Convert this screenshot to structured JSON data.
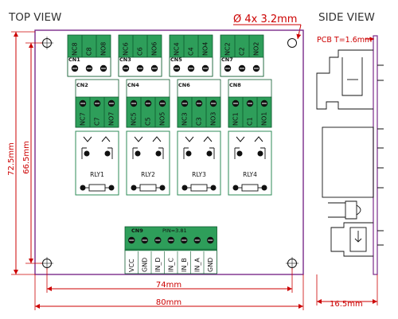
{
  "views": {
    "top": "TOP VIEW",
    "side": "SIDE VIEW"
  },
  "annotations": {
    "hole": "Ø 4x 3.2mm",
    "pcb": "PCB T=1.6mm"
  },
  "dimensions": {
    "height_outer": "72.5mm",
    "height_inner": "66.5mm",
    "width_inner": "74mm",
    "width_outer": "80mm",
    "depth": "16.5mm"
  },
  "top_terminals": [
    {
      "id": "CN1",
      "pins": [
        "NC8",
        "C8",
        "NO8"
      ]
    },
    {
      "id": "CN3",
      "pins": [
        "NC6",
        "C6",
        "NO6"
      ]
    },
    {
      "id": "CN5",
      "pins": [
        "NC4",
        "C4",
        "NO4"
      ]
    },
    {
      "id": "CN7",
      "pins": [
        "NC2",
        "C2",
        "NO2"
      ]
    }
  ],
  "mid_terminals": [
    {
      "id": "CN2",
      "pins": [
        "NC7",
        "C7",
        "NO7"
      ]
    },
    {
      "id": "CN4",
      "pins": [
        "NC5",
        "C5",
        "NO5"
      ]
    },
    {
      "id": "CN6",
      "pins": [
        "NC3",
        "C3",
        "NO3"
      ]
    },
    {
      "id": "CN8",
      "pins": [
        "NC1",
        "C1",
        "NO1"
      ]
    }
  ],
  "relays": [
    "RLY1",
    "RLY2",
    "RLY3",
    "RLY4"
  ],
  "bottom_terminal": {
    "id": "CN9",
    "pitch": "PIN=3.81",
    "pins": [
      "VCC",
      "GND",
      "IN_D",
      "IN_C",
      "IN_B",
      "IN_A",
      "GND"
    ]
  },
  "colors": {
    "board_outline": "#7a2a8a",
    "terminal_fill": "#2e9e5a",
    "dimension": "#cc0000",
    "relay_outline": "#2e8b57"
  }
}
